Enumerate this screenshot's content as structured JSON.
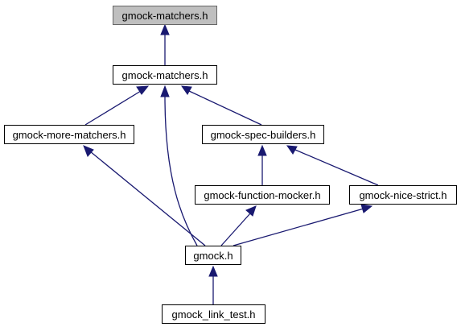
{
  "nodes": {
    "root": "gmock-matchers.h",
    "matchers": "gmock-matchers.h",
    "more_matchers": "gmock-more-matchers.h",
    "spec_builders": "gmock-spec-builders.h",
    "function_mocker": "gmock-function-mocker.h",
    "nice_strict": "gmock-nice-strict.h",
    "gmock": "gmock.h",
    "link_test": "gmock_link_test.h"
  },
  "colors": {
    "edge": "#191970",
    "root_fill": "#bfbfbf",
    "node_fill": "#ffffff"
  }
}
